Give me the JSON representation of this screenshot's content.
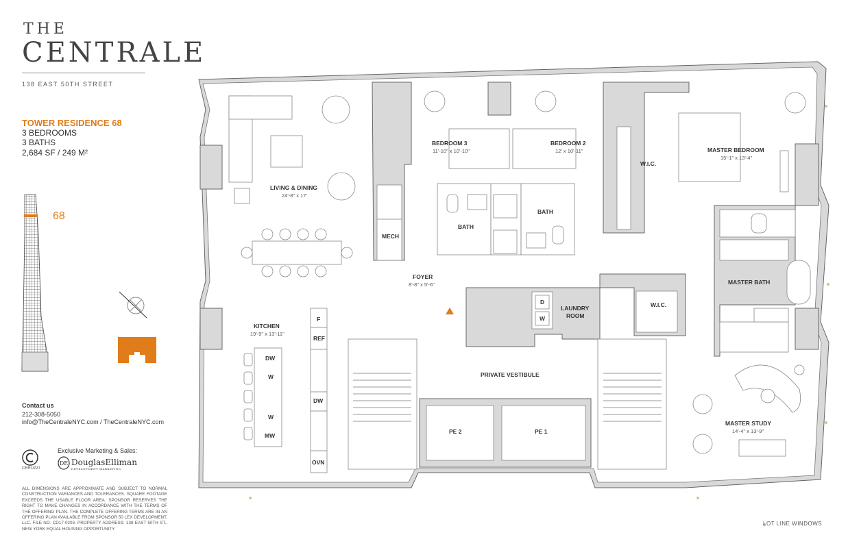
{
  "brand": {
    "the": "THE",
    "name": "CENTRALE",
    "address": "138 EAST 50TH STREET"
  },
  "residence": {
    "title": "TOWER RESIDENCE 68",
    "bedrooms": "3 BEDROOMS",
    "baths": "3 BATHS",
    "area": "2,684 SF / 249 M²",
    "floor_number": "68"
  },
  "contact": {
    "heading": "Contact us",
    "phone": "212-308-5050",
    "web": "info@TheCentraleNYC.com / TheCentraleNYC.com",
    "marketing_label": "Exclusive Marketing & Sales:",
    "ceruzzi": "CERUZZI",
    "douglas": "DouglasElliman",
    "douglas_sub": "DEVELOPMENT MARKETING"
  },
  "disclaimer": "ALL DIMENSIONS ARE APPROXIMATE AND SUBJECT TO NORMAL CONSTRUCTION VARIANCES AND TOLERANCES. SQUARE FOOTAGE EXCEEDS THE USABLE FLOOR AREA. SPONSOR RESERVES THE RIGHT TO MAKE CHANGES IN ACCORDANCE WITH THE TERMS OF THE OFFERING PLAN. THE COMPLETE OFFERING TERMS ARE IN AN OFFERING PLAN AVAILABLE FROM SPONSOR 50 LEX DEVELOPMENT, LLC. FILE NO. CD17-0203. PROPERTY ADDRESS: 138 EAST 50TH ST., NEW YORK EQUAL HOUSING OPPORTUNITY.",
  "legend": {
    "lot_line": "LOT LINE WINDOWS"
  },
  "rooms": {
    "living": {
      "name": "LIVING & DINING",
      "dim": "24'-8\" x 17'"
    },
    "bedroom3": {
      "name": "BEDROOM 3",
      "dim": "11'-10\" x 10'-10\""
    },
    "bedroom2": {
      "name": "BEDROOM 2",
      "dim": "12' x 10'-11\""
    },
    "master_bedroom": {
      "name": "MASTER BEDROOM",
      "dim": "15'-1\" x 13'-4\""
    },
    "wic1": {
      "name": "W.I.C."
    },
    "bath1": {
      "name": "BATH"
    },
    "bath2": {
      "name": "BATH"
    },
    "mech": {
      "name": "MECH"
    },
    "foyer": {
      "name": "FOYER",
      "dim": "8'-8\" x 5'-6\""
    },
    "master_bath": {
      "name": "MASTER BATH"
    },
    "laundry": {
      "name": "LAUNDRY ROOM",
      "line1": "LAUNDRY",
      "line2": "ROOM"
    },
    "wic2": {
      "name": "W.I.C."
    },
    "kitchen": {
      "name": "KITCHEN",
      "dim": "19'-9\" x 13'-11\""
    },
    "private_vestibule": {
      "name": "PRIVATE VESTIBULE"
    },
    "pe2": {
      "name": "PE 2"
    },
    "pe1": {
      "name": "PE 1"
    },
    "master_study": {
      "name": "MASTER STUDY",
      "dim": "14'-4\" x 13'-9\""
    }
  },
  "appliances": {
    "f": "F",
    "ref": "REF",
    "dw_island": "DW",
    "w1": "W",
    "w2": "W",
    "mw": "MW",
    "dw_counter": "DW",
    "ovn": "OVN",
    "d": "D",
    "w_laundry": "W"
  },
  "colors": {
    "accent": "#e07c1a",
    "wall": "#d9d9d9",
    "lot_line_dot": "#c8c88a"
  }
}
